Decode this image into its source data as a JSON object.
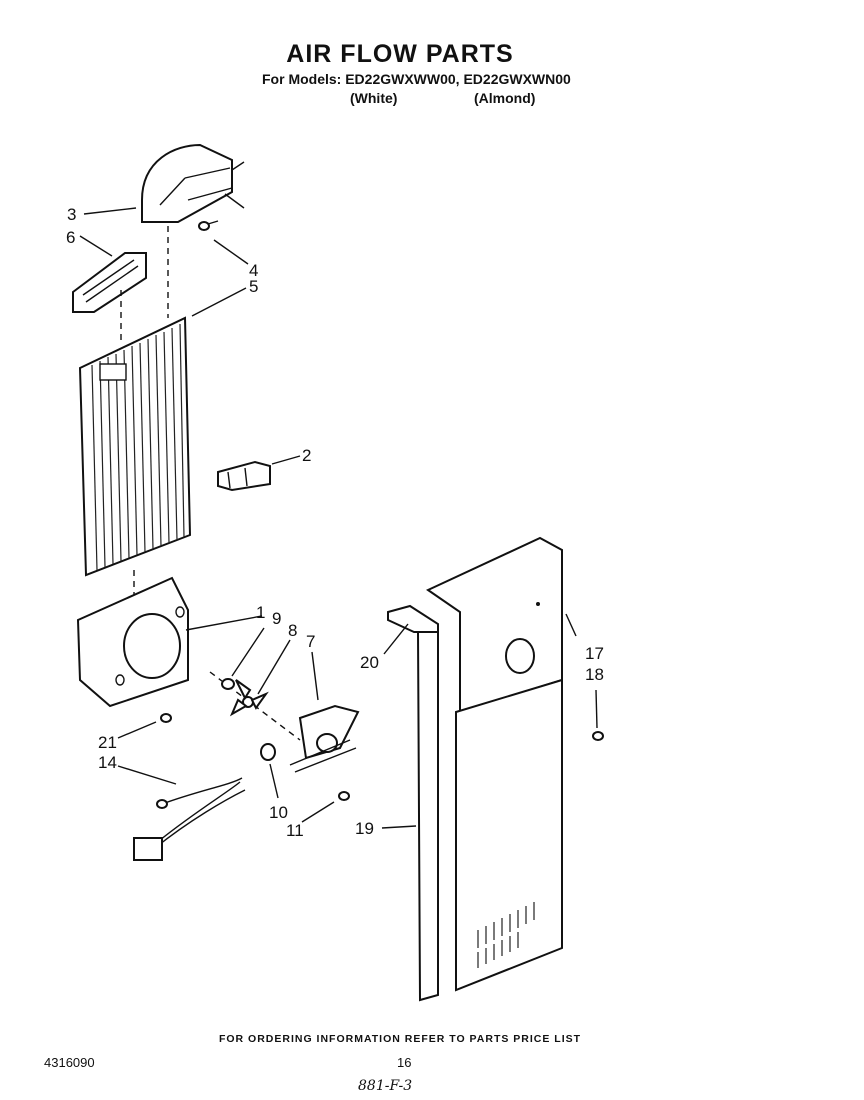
{
  "header": {
    "title": "AIR FLOW PARTS",
    "models_line": "For Models: ED22GWXWW00, ED22GWXWN00",
    "variant_white": "(White)",
    "variant_almond": "(Almond)"
  },
  "callouts": {
    "c1": "1",
    "c2": "2",
    "c3": "3",
    "c4": "4",
    "c5": "5",
    "c6": "6",
    "c7": "7",
    "c8": "8",
    "c9": "9",
    "c10": "10",
    "c11": "11",
    "c14": "14",
    "c17": "17",
    "c18": "18",
    "c19": "19",
    "c20": "20",
    "c21": "21"
  },
  "footer": {
    "ordering_note": "FOR ORDERING INFORMATION REFER TO PARTS PRICE LIST",
    "document_number": "4316090",
    "page_number": "16",
    "handwritten_note": "881-F-3"
  }
}
